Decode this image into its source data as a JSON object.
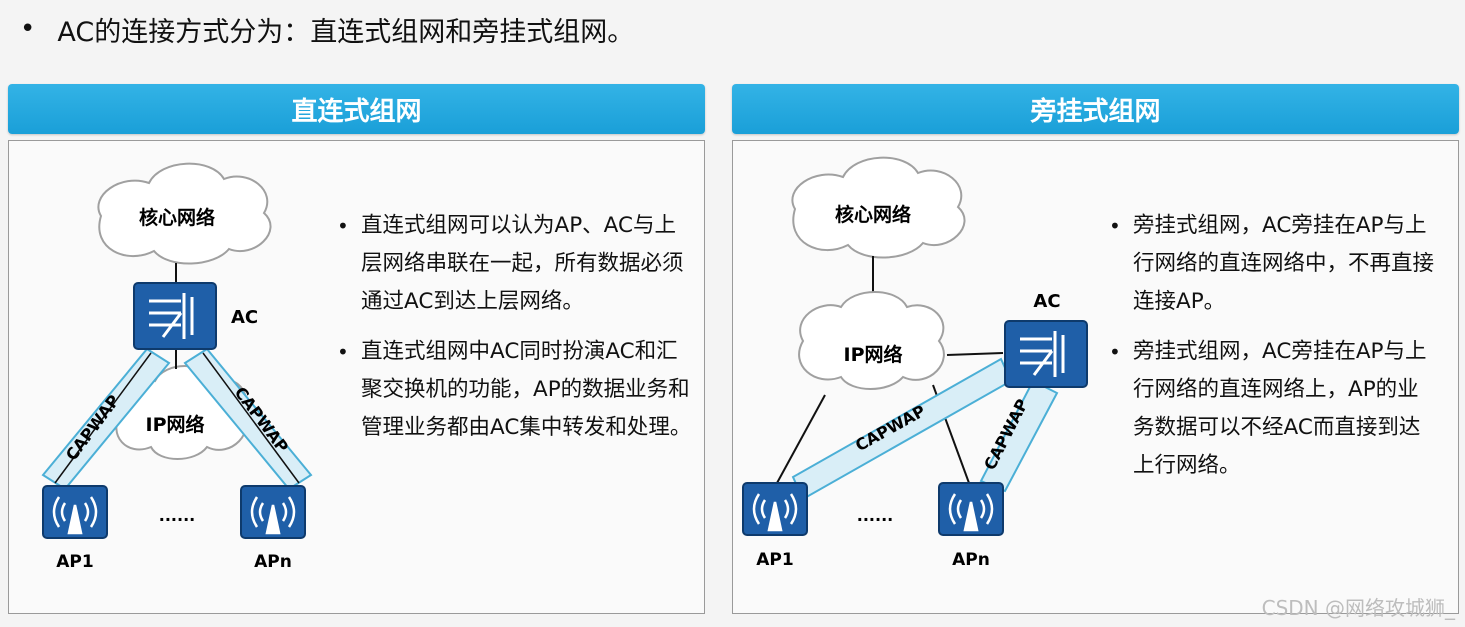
{
  "heading": {
    "bullet": "•",
    "text": "AC的连接方式分为：直连式组网和旁挂式组网。"
  },
  "left_panel": {
    "title": "直连式组网",
    "diagram": {
      "core_label": "核心网络",
      "ip_label": "IP网络",
      "ac_label": "AC",
      "tunnel_label": "CAPWAP",
      "ap1_label": "AP1",
      "apn_label": "APn",
      "ellipsis": "......"
    },
    "bullets": [
      "直连式组网可以认为AP、AC与上层网络串联在一起，所有数据必须通过AC到达上层网络。",
      "直连式组网中AC同时扮演AC和汇聚交换机的功能，AP的数据业务和管理业务都由AC集中转发和处理。"
    ]
  },
  "right_panel": {
    "title": "旁挂式组网",
    "diagram": {
      "core_label": "核心网络",
      "ip_label": "IP网络",
      "ac_label": "AC",
      "tunnel_label": "CAPWAP",
      "ap1_label": "AP1",
      "apn_label": "APn",
      "ellipsis": "......"
    },
    "bullets": [
      "旁挂式组网，AC旁挂在AP与上行网络的直连网络中，不再直接连接AP。",
      "旁挂式组网，AC旁挂在AP与上行网络的直连网络上，AP的业务数据可以不经AC而直接到达上行网络。"
    ]
  },
  "watermark": "CSDN @网络攻城狮_",
  "colors": {
    "header": "#1a9fd8",
    "device": "#1f5fa8",
    "tunnel_fill": "#d9eef7",
    "tunnel_stroke": "#4bafd6"
  }
}
